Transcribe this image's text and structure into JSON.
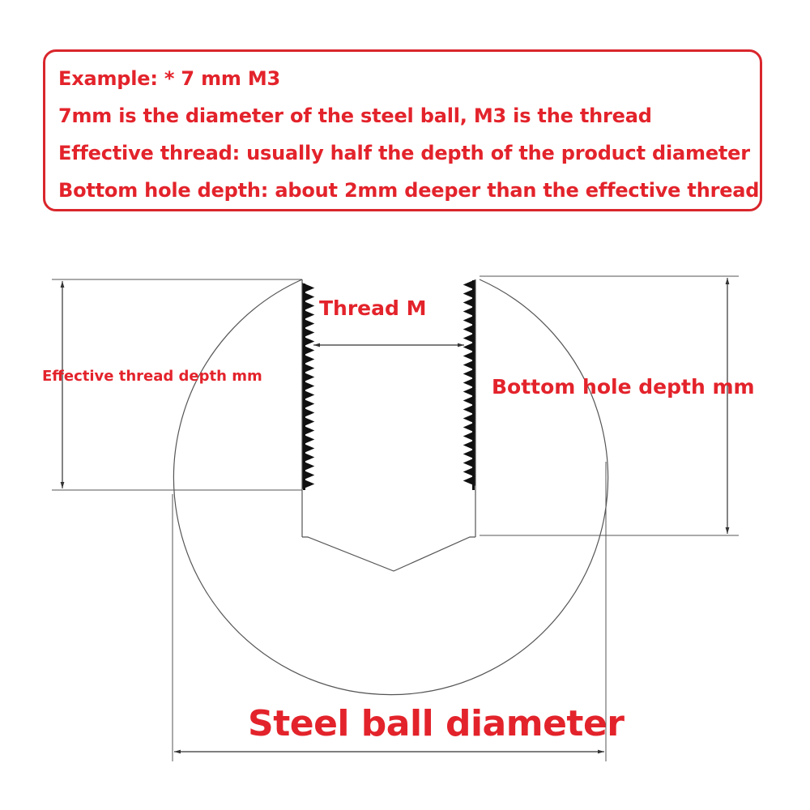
{
  "note": {
    "lines": [
      "Example: * 7 mm M3",
      "7mm is the diameter of the steel ball, M3 is the thread",
      "Effective thread: usually half the depth of the product diameter",
      "Bottom hole depth: about 2mm deeper than the effective thread"
    ]
  },
  "labels": {
    "thread": "Thread M",
    "effective_depth": "Effective thread depth mm",
    "bottom_depth": "Bottom hole depth mm",
    "ball_diameter": "Steel ball diameter"
  },
  "colors": {
    "accent": "#e3232b",
    "line": "#555555"
  }
}
